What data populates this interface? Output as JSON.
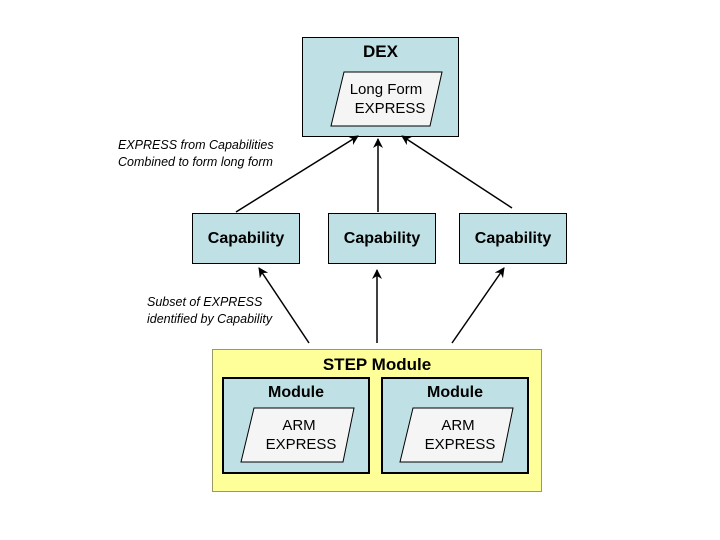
{
  "dex": {
    "title": "DEX",
    "long_form": {
      "line1": "Long Form",
      "line2": "EXPRESS"
    }
  },
  "annotations": {
    "top": {
      "line1": "EXPRESS from Capabilities",
      "line2": "Combined to form long form"
    },
    "middle": {
      "line1": "Subset of EXPRESS",
      "line2": "identified by Capability"
    }
  },
  "capabilities": [
    {
      "label": "Capability"
    },
    {
      "label": "Capability"
    },
    {
      "label": "Capability"
    }
  ],
  "step_module": {
    "title": "STEP Module",
    "modules": [
      {
        "title": "Module",
        "arm_line1": "ARM",
        "arm_line2": "EXPRESS"
      },
      {
        "title": "Module",
        "arm_line1": "ARM",
        "arm_line2": "EXPRESS"
      }
    ]
  },
  "colors": {
    "box_fill": "#bfe0e4",
    "step_fill": "#ffff99",
    "parallelogram_fill": "#f5f5f5"
  }
}
